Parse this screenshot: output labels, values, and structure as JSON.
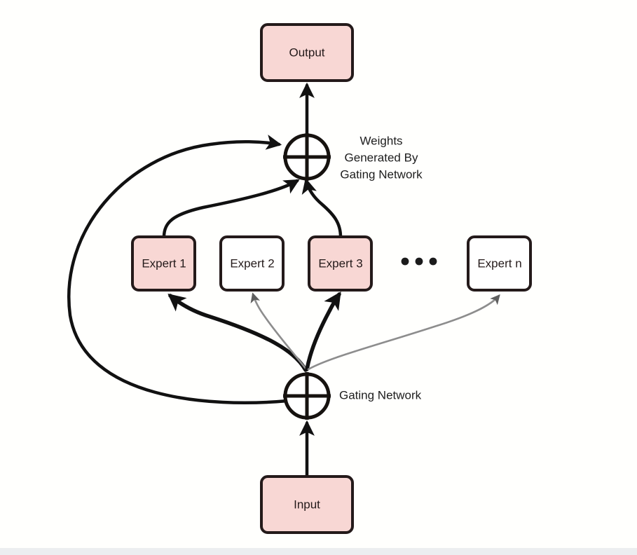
{
  "diagram": {
    "title": "Mixture of Experts architecture diagram",
    "background_color": "#fffffd",
    "accent_fill": "#f8d7d4",
    "plain_fill": "#ffffff",
    "stroke_color": "#241a1a",
    "faint_stroke_color": "#8d8d8d",
    "nodes": {
      "output": {
        "label": "Output",
        "fill": "#f8d7d4"
      },
      "input": {
        "label": "Input",
        "fill": "#f8d7d4"
      },
      "expert1": {
        "label": "Expert 1",
        "fill": "#f8d7d4"
      },
      "expert2": {
        "label": "Expert 2",
        "fill": "#ffffff"
      },
      "expert3": {
        "label": "Expert 3",
        "fill": "#f8d7d4"
      },
      "expertn": {
        "label": "Expert n",
        "fill": "#ffffff"
      },
      "sum_operator": {
        "label": "plus-in-circle"
      },
      "gating_operator": {
        "label": "plus-in-circle"
      }
    },
    "annotations": {
      "weights_line1": "Weights",
      "weights_line2": "Generated By",
      "weights_line3": "Gating Network",
      "gating_network": "Gating Network",
      "ellipsis": "• • •"
    }
  }
}
